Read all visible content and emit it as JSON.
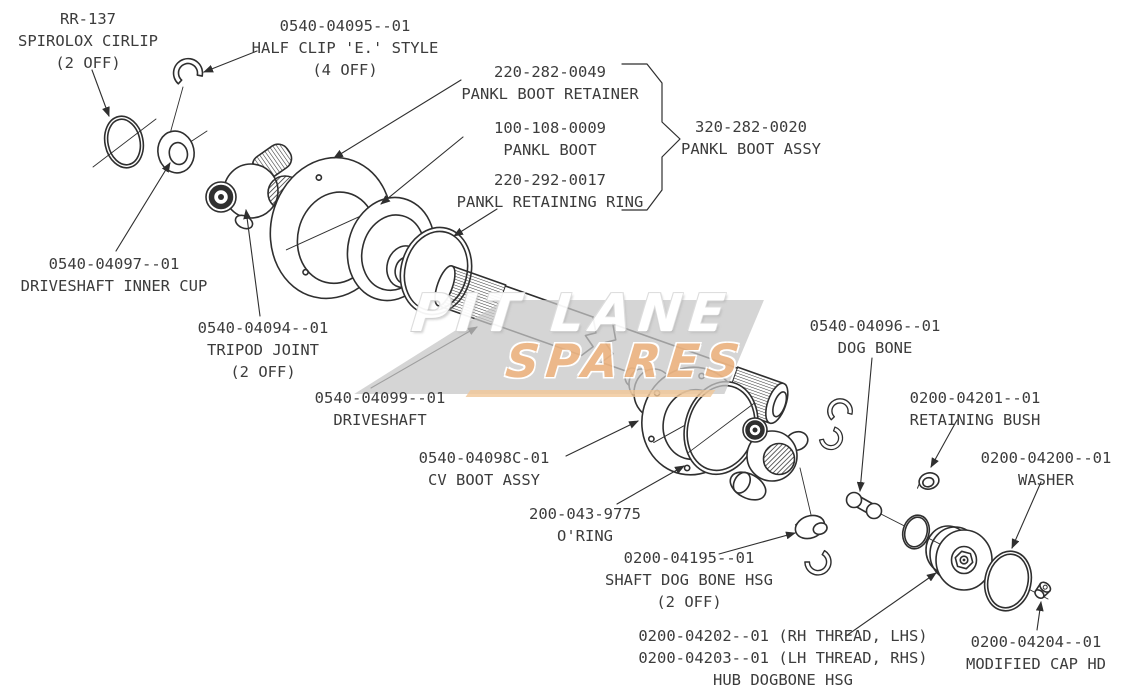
{
  "page": {
    "background": "#ffffff"
  },
  "colors": {
    "line": "#2f2f2f",
    "label_text": "#3c3c3c",
    "watermark_band": "#c7c7c7",
    "watermark_spares": "#eaaf79",
    "watermark_pitlane": "#ffffff"
  },
  "watermark": {
    "line1": "PIT LANE",
    "line2": "SPARES"
  },
  "labels": [
    {
      "id": "spirolox-circlip",
      "lines": [
        "RR-137",
        "SPIROLOX CIRLIP",
        "(2 OFF)"
      ]
    },
    {
      "id": "half-clip-e-style",
      "lines": [
        "0540-04095--01",
        "HALF CLIP 'E.' STYLE",
        "(4 OFF)"
      ]
    },
    {
      "id": "pankl-boot-retainer",
      "lines": [
        "220-282-0049",
        "PANKL BOOT RETAINER"
      ]
    },
    {
      "id": "pankl-boot",
      "lines": [
        "100-108-0009",
        "PANKL BOOT"
      ]
    },
    {
      "id": "pankl-retaining-ring",
      "lines": [
        "220-292-0017",
        "PANKL RETAINING RING"
      ]
    },
    {
      "id": "pankl-boot-assy",
      "lines": [
        "320-282-0020",
        "PANKL BOOT ASSY"
      ]
    },
    {
      "id": "driveshaft-inner-cup",
      "lines": [
        "0540-04097--01",
        "DRIVESHAFT INNER CUP"
      ]
    },
    {
      "id": "tripod-joint",
      "lines": [
        "0540-04094--01",
        "TRIPOD JOINT",
        "(2 OFF)"
      ]
    },
    {
      "id": "driveshaft",
      "lines": [
        "0540-04099--01",
        "DRIVESHAFT"
      ]
    },
    {
      "id": "cv-boot-assy",
      "lines": [
        "0540-04098C-01",
        "CV BOOT ASSY"
      ]
    },
    {
      "id": "o-ring",
      "lines": [
        "200-043-9775",
        "O'RING"
      ]
    },
    {
      "id": "dog-bone",
      "lines": [
        "0540-04096--01",
        "DOG BONE"
      ]
    },
    {
      "id": "retaining-bush",
      "lines": [
        "0200-04201--01",
        "RETAINING BUSH"
      ]
    },
    {
      "id": "washer",
      "lines": [
        "0200-04200--01",
        "WASHER"
      ]
    },
    {
      "id": "shaft-dog-bone-hsg",
      "lines": [
        "0200-04195--01",
        "SHAFT DOG BONE HSG",
        "(2 OFF)"
      ]
    },
    {
      "id": "hub-dogbone-hsg",
      "lines": [
        "0200-04202--01 (RH THREAD, LHS)",
        "0200-04203--01 (LH THREAD, RHS)",
        "HUB DOGBONE HSG"
      ]
    },
    {
      "id": "modified-cap-hd",
      "lines": [
        "0200-04204--01",
        "MODIFIED CAP HD"
      ]
    }
  ]
}
